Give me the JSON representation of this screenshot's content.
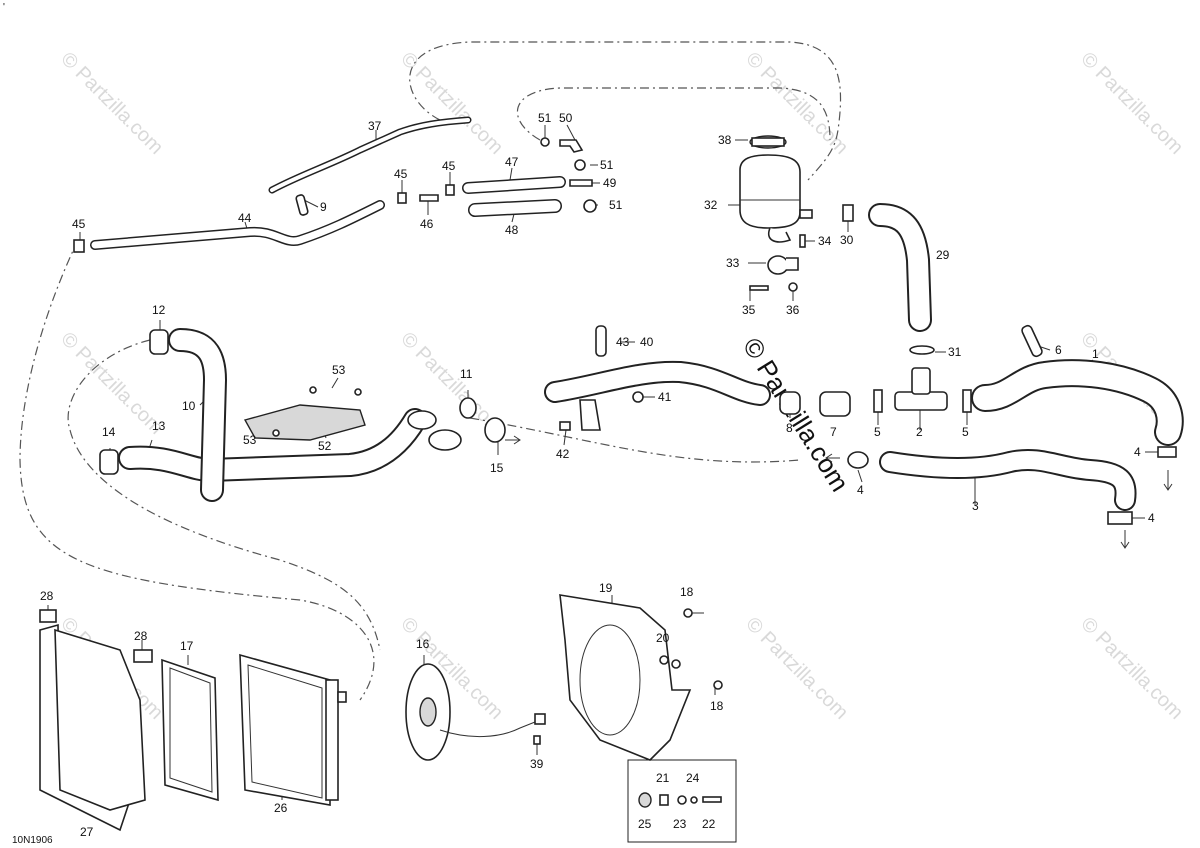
{
  "diagram": {
    "drawing_code": "10N1906",
    "corner_mark": "'",
    "watermark_text": "© Partzilla.com",
    "main_watermark_text": "© Partzilla.com"
  },
  "callouts": {
    "c1": "1",
    "c2": "2",
    "c3": "3",
    "c4a": "4",
    "c4b": "4",
    "c4c": "4",
    "c5a": "5",
    "c5b": "5",
    "c6": "6",
    "c7": "7",
    "c8": "8",
    "c9": "9",
    "c10": "10",
    "c11": "11",
    "c12": "12",
    "c13": "13",
    "c14": "14",
    "c15": "15",
    "c16": "16",
    "c17": "17",
    "c18a": "18",
    "c18b": "18",
    "c19": "19",
    "c20": "20",
    "c21": "21",
    "c22": "22",
    "c23": "23",
    "c24": "24",
    "c25": "25",
    "c26": "26",
    "c27": "27",
    "c28a": "28",
    "c28b": "28",
    "c29": "29",
    "c30": "30",
    "c31": "31",
    "c32": "32",
    "c33": "33",
    "c34": "34",
    "c35": "35",
    "c36": "36",
    "c37": "37",
    "c38": "38",
    "c39": "39",
    "c40": "40",
    "c41": "41",
    "c42": "42",
    "c43": "43",
    "c44": "44",
    "c45a": "45",
    "c45b": "45",
    "c45c": "45",
    "c46": "46",
    "c47": "47",
    "c48": "48",
    "c49": "49",
    "c50": "50",
    "c51a": "51",
    "c51b": "51",
    "c51c": "51",
    "c52": "52",
    "c53a": "53",
    "c53b": "53"
  }
}
